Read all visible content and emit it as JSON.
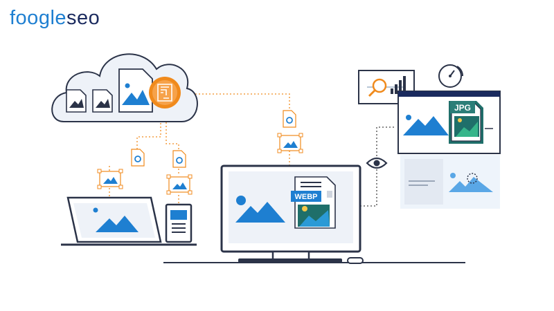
{
  "brand": {
    "logo_left": "foogle",
    "logo_right": "seo",
    "primary_color": "#1e7fd1",
    "dark_color": "#1a2a5e",
    "accent_color": "#f08a1c"
  },
  "badges": {
    "webp": "WEBP",
    "jpg": "JPG"
  },
  "icons": [
    "cloud-icon",
    "brain-chip-icon",
    "gear-file-icon",
    "image-icon",
    "eye-icon",
    "speedometer-icon",
    "analytics-search-icon",
    "laptop-icon",
    "phone-icon",
    "monitor-icon"
  ]
}
